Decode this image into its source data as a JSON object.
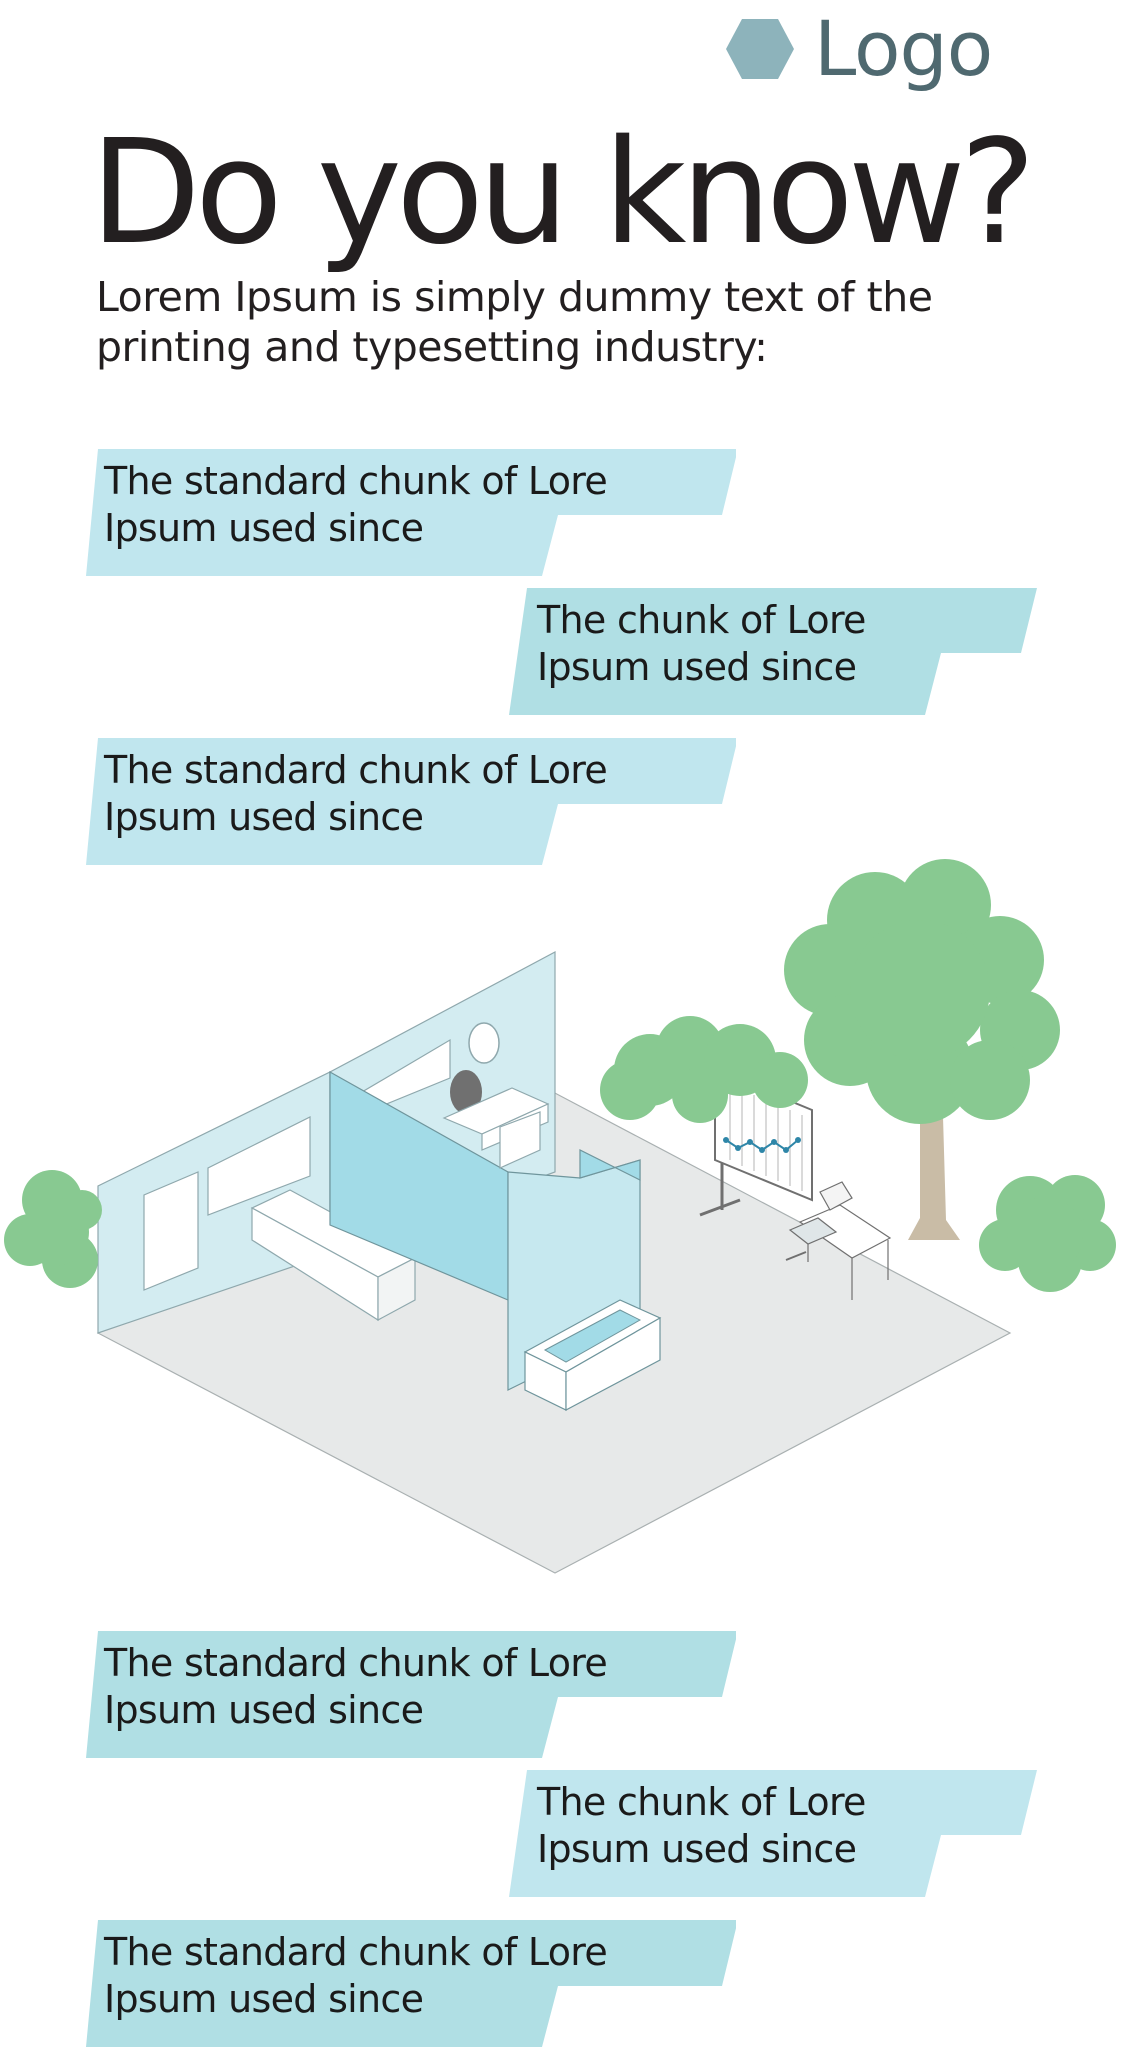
{
  "logo": {
    "icon": "hexagon-icon",
    "text": "Logo",
    "color": "#8db3bb"
  },
  "headline": "Do you know?",
  "subhead": {
    "line1": "Lorem Ipsum is simply dummy text of the",
    "line2": "printing and typesetting industry:"
  },
  "top_ribbons": [
    {
      "line1": "The standard chunk of Lore",
      "line2": "Ipsum used since"
    },
    {
      "line1": "The  chunk of Lore",
      "line2": "Ipsum used since"
    },
    {
      "line1": "The standard chunk of Lore",
      "line2": "Ipsum used since"
    }
  ],
  "bottom_ribbons": [
    {
      "line1": "The standard chunk of Lore",
      "line2": "Ipsum used since"
    },
    {
      "line1": "The  chunk of Lore",
      "line2": "Ipsum used since"
    },
    {
      "line1": "The standard chunk of Lore",
      "line2": "Ipsum used since"
    }
  ],
  "colors": {
    "ribbon_light": "#c0e6ee",
    "ribbon_teal": "#b0dfe4",
    "tree_green": "#88c991",
    "wall_blue": "#a2dbe7",
    "floor_gray": "#e7e9e9"
  },
  "illustration": {
    "icons": [
      "office-room-illustration",
      "tree-icon",
      "bush-icon",
      "whiteboard-icon",
      "desk-icon",
      "sofa-icon"
    ]
  }
}
